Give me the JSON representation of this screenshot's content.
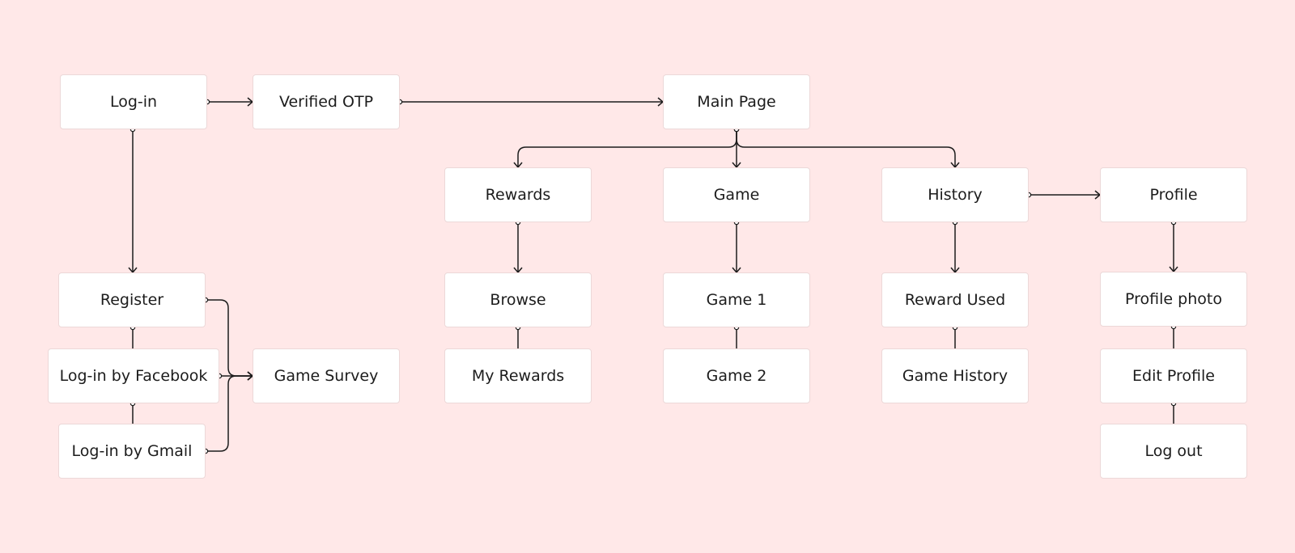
{
  "colors": {
    "background": "#ffe8e8",
    "node_fill": "#ffffff",
    "node_border": "#ecd8d8",
    "connector": "#1c1c1c"
  },
  "nodes": {
    "login": "Log-in",
    "verified_otp": "Verified OTP",
    "main_page": "Main Page",
    "rewards": "Rewards",
    "game": "Game",
    "history": "History",
    "profile": "Profile",
    "register": "Register",
    "login_facebook": "Log-in by Facebook",
    "login_gmail": "Log-in by Gmail",
    "game_survey": "Game Survey",
    "browse": "Browse",
    "my_rewards": "My Rewards",
    "game_1": "Game 1",
    "game_2": "Game 2",
    "reward_used": "Reward Used",
    "game_history": "Game History",
    "profile_photo": "Profile photo",
    "edit_profile": "Edit Profile",
    "log_out": "Log out"
  },
  "edges": [
    {
      "from": "login",
      "to": "verified_otp",
      "arrow": true
    },
    {
      "from": "verified_otp",
      "to": "main_page",
      "arrow": true
    },
    {
      "from": "main_page",
      "to": "rewards",
      "arrow": true
    },
    {
      "from": "main_page",
      "to": "game",
      "arrow": true
    },
    {
      "from": "main_page",
      "to": "history",
      "arrow": true
    },
    {
      "from": "history",
      "to": "profile",
      "arrow": true
    },
    {
      "from": "login",
      "to": "register",
      "arrow": true
    },
    {
      "from": "register",
      "to": "login_facebook",
      "arrow": false
    },
    {
      "from": "login_facebook",
      "to": "login_gmail",
      "arrow": false
    },
    {
      "from": "register",
      "to": "game_survey",
      "arrow": true
    },
    {
      "from": "login_facebook",
      "to": "game_survey",
      "arrow": true
    },
    {
      "from": "login_gmail",
      "to": "game_survey",
      "arrow": true
    },
    {
      "from": "rewards",
      "to": "browse",
      "arrow": true
    },
    {
      "from": "browse",
      "to": "my_rewards",
      "arrow": false
    },
    {
      "from": "game",
      "to": "game_1",
      "arrow": true
    },
    {
      "from": "game_1",
      "to": "game_2",
      "arrow": false
    },
    {
      "from": "history",
      "to": "reward_used",
      "arrow": true
    },
    {
      "from": "reward_used",
      "to": "game_history",
      "arrow": false
    },
    {
      "from": "profile",
      "to": "profile_photo",
      "arrow": true
    },
    {
      "from": "profile_photo",
      "to": "edit_profile",
      "arrow": false
    },
    {
      "from": "edit_profile",
      "to": "log_out",
      "arrow": false
    }
  ]
}
